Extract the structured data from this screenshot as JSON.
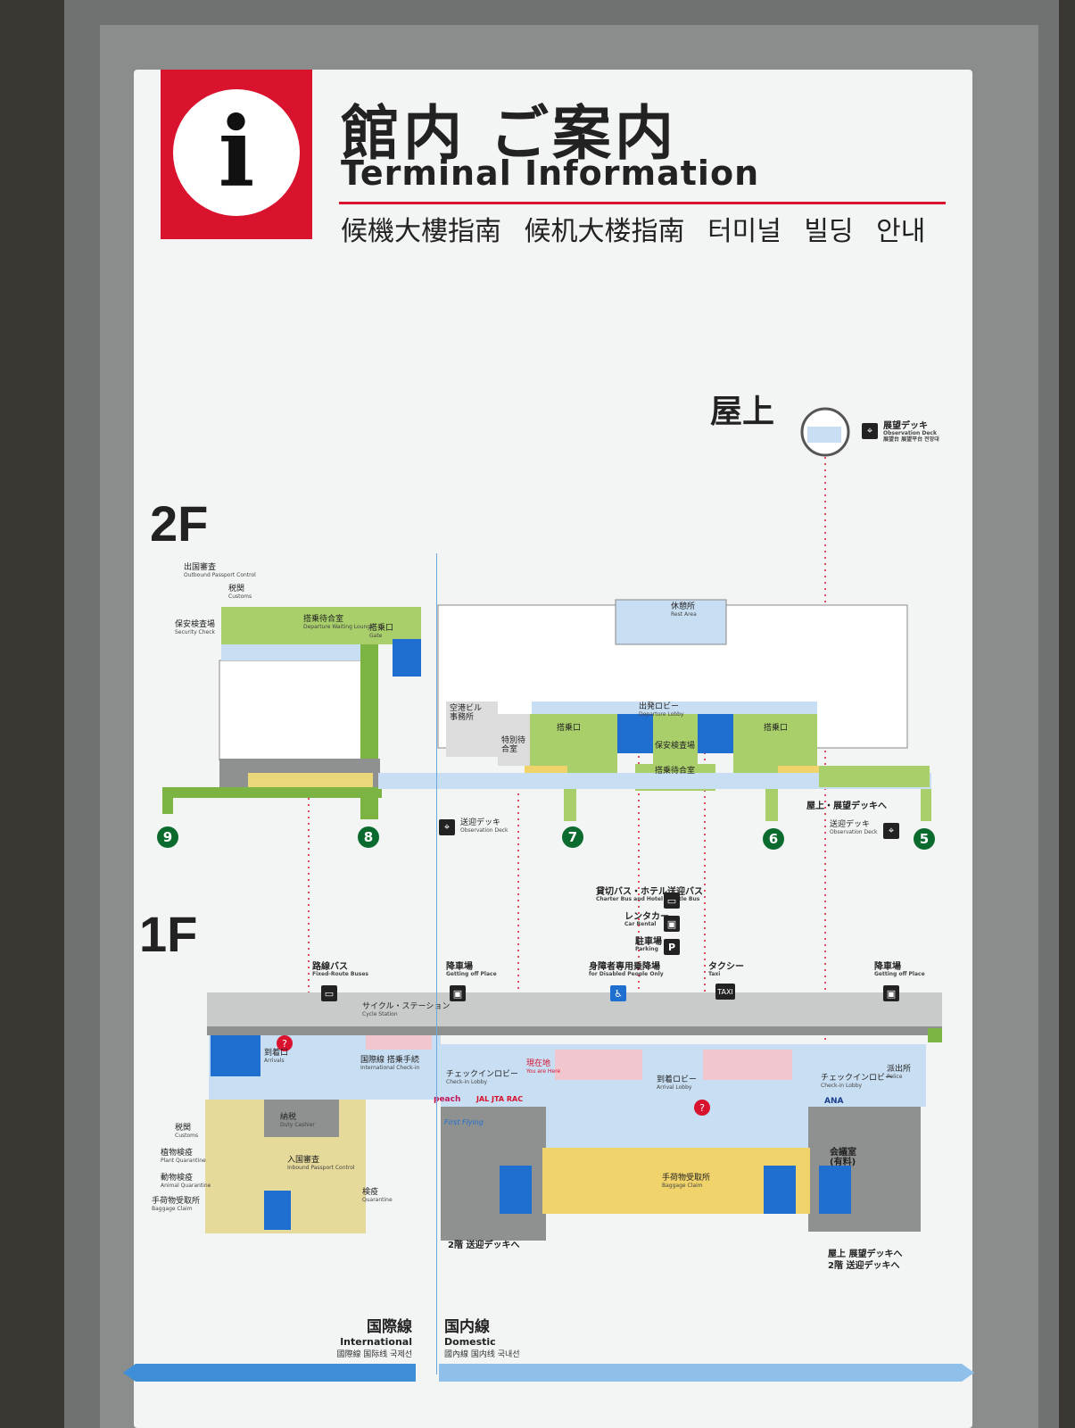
{
  "header": {
    "icon_letter": "i",
    "title_ja": "館内 ご案内",
    "title_en": "Terminal Information",
    "title_multi": "候機大樓指南 候机大楼指南 터미널 빌딩 안내"
  },
  "floors": {
    "roof": "屋上",
    "second": "2F",
    "first": "1F"
  },
  "roof_labels": {
    "observation": "展望デッキ",
    "observation_en": "Observation Deck",
    "observation_multi": "展望台 展望平台 전망대"
  },
  "second_floor": {
    "outbound_passport": "出国審査",
    "outbound_passport_en": "Outbound Passport Control",
    "customs": "税関",
    "customs_en": "Customs",
    "security_check": "保安検査場",
    "security_check_en": "Security Check",
    "departure_waiting": "搭乗待合室",
    "departure_waiting_en": "Departure Waiting Lounge",
    "gate": "搭乗口",
    "gate_en": "Gate",
    "rest_area": "休憩所",
    "rest_area_en": "Rest Area",
    "departure_lobby": "出発ロビー",
    "departure_lobby_en": "Departure Lobby",
    "airport_office": "空港ビル事務所",
    "special_waiting": "特別待合室",
    "security_check2": "保安検査場",
    "departure_waiting2": "搭乗待合室",
    "observation_deck": "送迎デッキ",
    "observation_deck_en": "Observation Deck",
    "to_roof": "屋上・展望デッキへ",
    "observation_deck2": "送迎デッキ",
    "observation_deck2_en": "Observation Deck",
    "gates": [
      "9",
      "8",
      "7",
      "6",
      "5"
    ]
  },
  "first_floor": {
    "charter_bus": "貸切バス・ホテル送迎バス",
    "charter_bus_en": "Charter Bus and Hotel Shuttle Bus",
    "car_rental": "レンタカー",
    "car_rental_en": "Car Rental",
    "parking": "駐車場",
    "parking_en": "Parking",
    "fixed_route_bus": "路線バス",
    "fixed_route_bus_en": "Fixed-Route Buses",
    "getting_off_place": "降車場",
    "getting_off_place_en": "Getting off Place",
    "disabled_platform": "身障者専用乗降場",
    "disabled_platform_en": "for Disabled People Only",
    "taxi": "タクシー",
    "taxi_en": "Taxi",
    "getting_off_place2": "降車場",
    "getting_off_place2_en": "Getting off Place",
    "cycle_station": "サイクル・ステーション",
    "cycle_station_en": "Cycle Station",
    "arrivals": "到着口",
    "arrivals_en": "Arrivals",
    "intl_checkin": "国際線 搭乗手続",
    "intl_checkin_en": "International Check-in",
    "checkin_lobby": "チェックインロビー",
    "checkin_lobby_en": "Check-in Lobby",
    "you_are_here": "現在地",
    "you_are_here_en": "You are Here",
    "arrival_lobby": "到着ロビー",
    "arrival_lobby_en": "Arrival Lobby",
    "checkin_lobby2": "チェックインロビー",
    "checkin_lobby2_en": "Check-in Lobby",
    "police": "派出所",
    "police_en": "Police",
    "duty_cashier": "納税",
    "duty_cashier_en": "Duty Cashier",
    "customs": "税関",
    "customs_en": "Customs",
    "plant_quarantine": "植物検疫",
    "plant_quarantine_en": "Plant Quarantine",
    "animal_quarantine": "動物検疫",
    "animal_quarantine_en": "Animal Quarantine",
    "baggage_claim": "手荷物受取所",
    "baggage_claim_en": "Baggage Claim",
    "inbound_passport": "入国審査",
    "inbound_passport_en": "Inbound Passport Control",
    "quarantine": "検疫",
    "quarantine_en": "Quarantine",
    "baggage_claim2": "手荷物受取所",
    "baggage_claim2_en": "Baggage Claim",
    "meeting_room": "会議室(有料)",
    "to_deck_2f": "2階 送迎デッキへ",
    "to_roof_deck": "屋上 展望デッキへ",
    "to_deck_2f_b": "2階 送迎デッキへ",
    "airlines": [
      "peach",
      "JAL JTA RAC",
      "First Flying",
      "ANA"
    ]
  },
  "legend": {
    "international": "国際線",
    "international_en": "International",
    "international_multi": "國際線 国际线 국제선",
    "domestic": "国内線",
    "domestic_en": "Domestic",
    "domestic_multi": "國內線 国内线 국내선"
  },
  "colors": {
    "accent_red": "#d9122d",
    "departure_green": "#a9cf6b",
    "arrival_blue": "#c8def2",
    "baggage_yellow": "#f0d36a",
    "gate_green": "#0b6b2e",
    "pink": "#f2c6cf",
    "gray": "#7d7f80",
    "restroom_blue": "#1f6fd1"
  }
}
